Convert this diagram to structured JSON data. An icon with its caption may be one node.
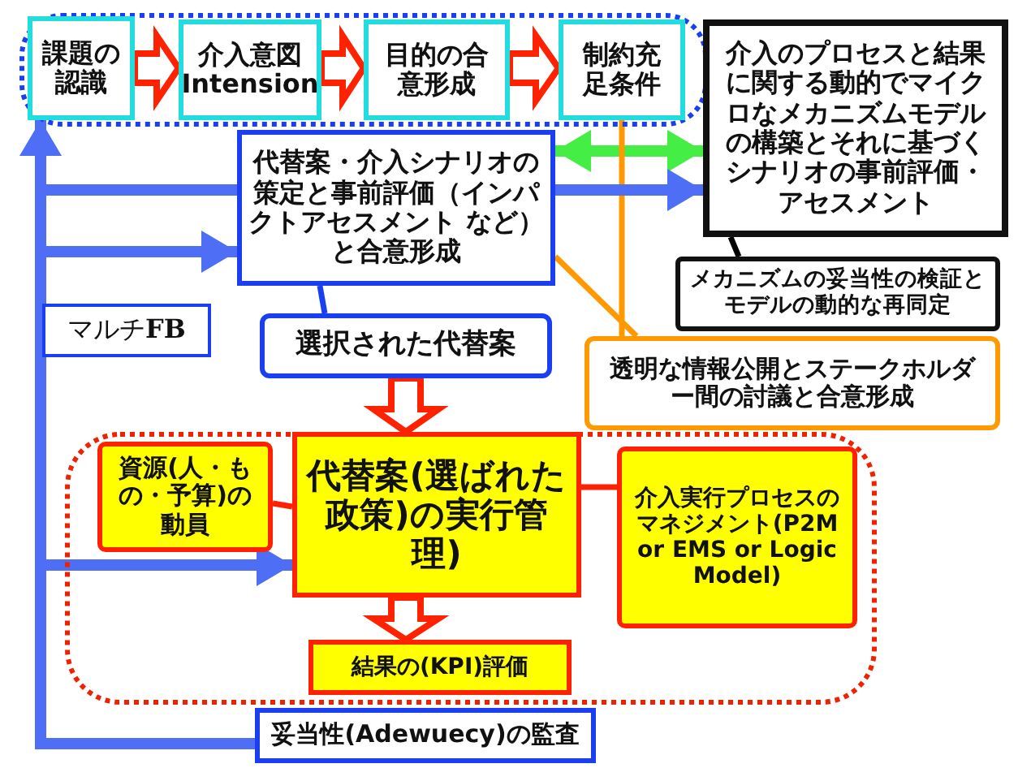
{
  "diagram": {
    "nodes": [
      {
        "text": [],
        "shape": "box"
      },
      {
        "text": [
          "課題の認識"
        ],
        "in": 0
      },
      {
        "text": [
          "介入意図 Intension"
        ],
        "in": 0
      },
      {
        "text": [
          "目的の合意形成"
        ],
        "in": 0
      },
      {
        "text": [
          "制約充足条件"
        ],
        "in": 0
      },
      {
        "text": [
          "介入のプロセスと結果に関する動的でマイクロなメカニズムモデルの構築とそれに基づくシナリオの事前評価・アセスメント"
        ]
      },
      {
        "text": [
          "代替案・介入シナリオの策定と事前評価（インパクトアセスメント など）と合意形成"
        ]
      },
      {
        "text": [
          "メカニズムの妥当性の検証とモデルの動的な再同定"
        ]
      },
      {
        "text": [
          "マルチ**FB**"
        ]
      },
      {
        "text": [
          "選択された代替案"
        ]
      },
      {
        "text": [
          "透明な情報公開とステークホルダー間の討議と合意形成"
        ]
      },
      {
        "text": [],
        "shape": "box"
      },
      {
        "text": [
          "代替案(選ばれた政策)の実行管理)"
        ],
        "in": 11
      },
      {
        "text": [
          "資源(人・もの・予算)の動員"
        ],
        "in": 11
      },
      {
        "text": [
          "介入実行プロセスのマネジメント(P2M or EMS or Logic Model)"
        ],
        "in": 11
      },
      {
        "text": [
          "結果の(KPI)評価"
        ],
        "in": 11
      },
      {
        "text": [
          "妥当性(Adewuecy)の監査"
        ]
      }
    ],
    "edges": [
      {
        "from": 1,
        "to": 2,
        "arrow": "to",
        "style": "thick"
      },
      {
        "from": 2,
        "to": 3,
        "arrow": "to",
        "style": "thick"
      },
      {
        "from": 3,
        "to": 4,
        "arrow": "to",
        "style": "thick"
      },
      {
        "from": 6,
        "to": 5,
        "arrow": "both",
        "style": "thick",
        "color": "#44ee44"
      },
      {
        "from": 16,
        "to": 1,
        "arrow": "to",
        "style": "thick",
        "color": "#4d6ef5"
      },
      {
        "from": 16,
        "to": 6,
        "arrow": "to",
        "style": "thick",
        "color": "#4d6ef5"
      },
      {
        "from": 16,
        "to": 6,
        "arrow": "none",
        "style": "thick",
        "color": "#4d6ef5"
      },
      {
        "from": 16,
        "to": 12,
        "arrow": "to",
        "style": "thick",
        "color": "#4d6ef5"
      },
      {
        "from": 9,
        "to": 6,
        "arrow": "none",
        "color": "#1a3ff0"
      },
      {
        "from": 10,
        "to": 6,
        "arrow": "none",
        "color": "#ff9900"
      },
      {
        "from": 10,
        "to": 4,
        "arrow": "none",
        "color": "#ff9900"
      },
      {
        "from": 7,
        "to": 5,
        "arrow": "none",
        "color": "#000000"
      },
      {
        "from": 13,
        "to": 12,
        "arrow": "none",
        "color": "#ff2200"
      },
      {
        "from": 14,
        "to": 12,
        "arrow": "none",
        "color": "#ff2200"
      },
      {
        "from": 9,
        "to": 12,
        "arrow": "to",
        "style": "thick"
      },
      {
        "from": 12,
        "to": 15,
        "arrow": "to",
        "style": "thick"
      },
      {
        "from": 6,
        "to": 5,
        "arrow": "to",
        "style": "thick",
        "color": "#4d6ef5"
      }
    ]
  }
}
